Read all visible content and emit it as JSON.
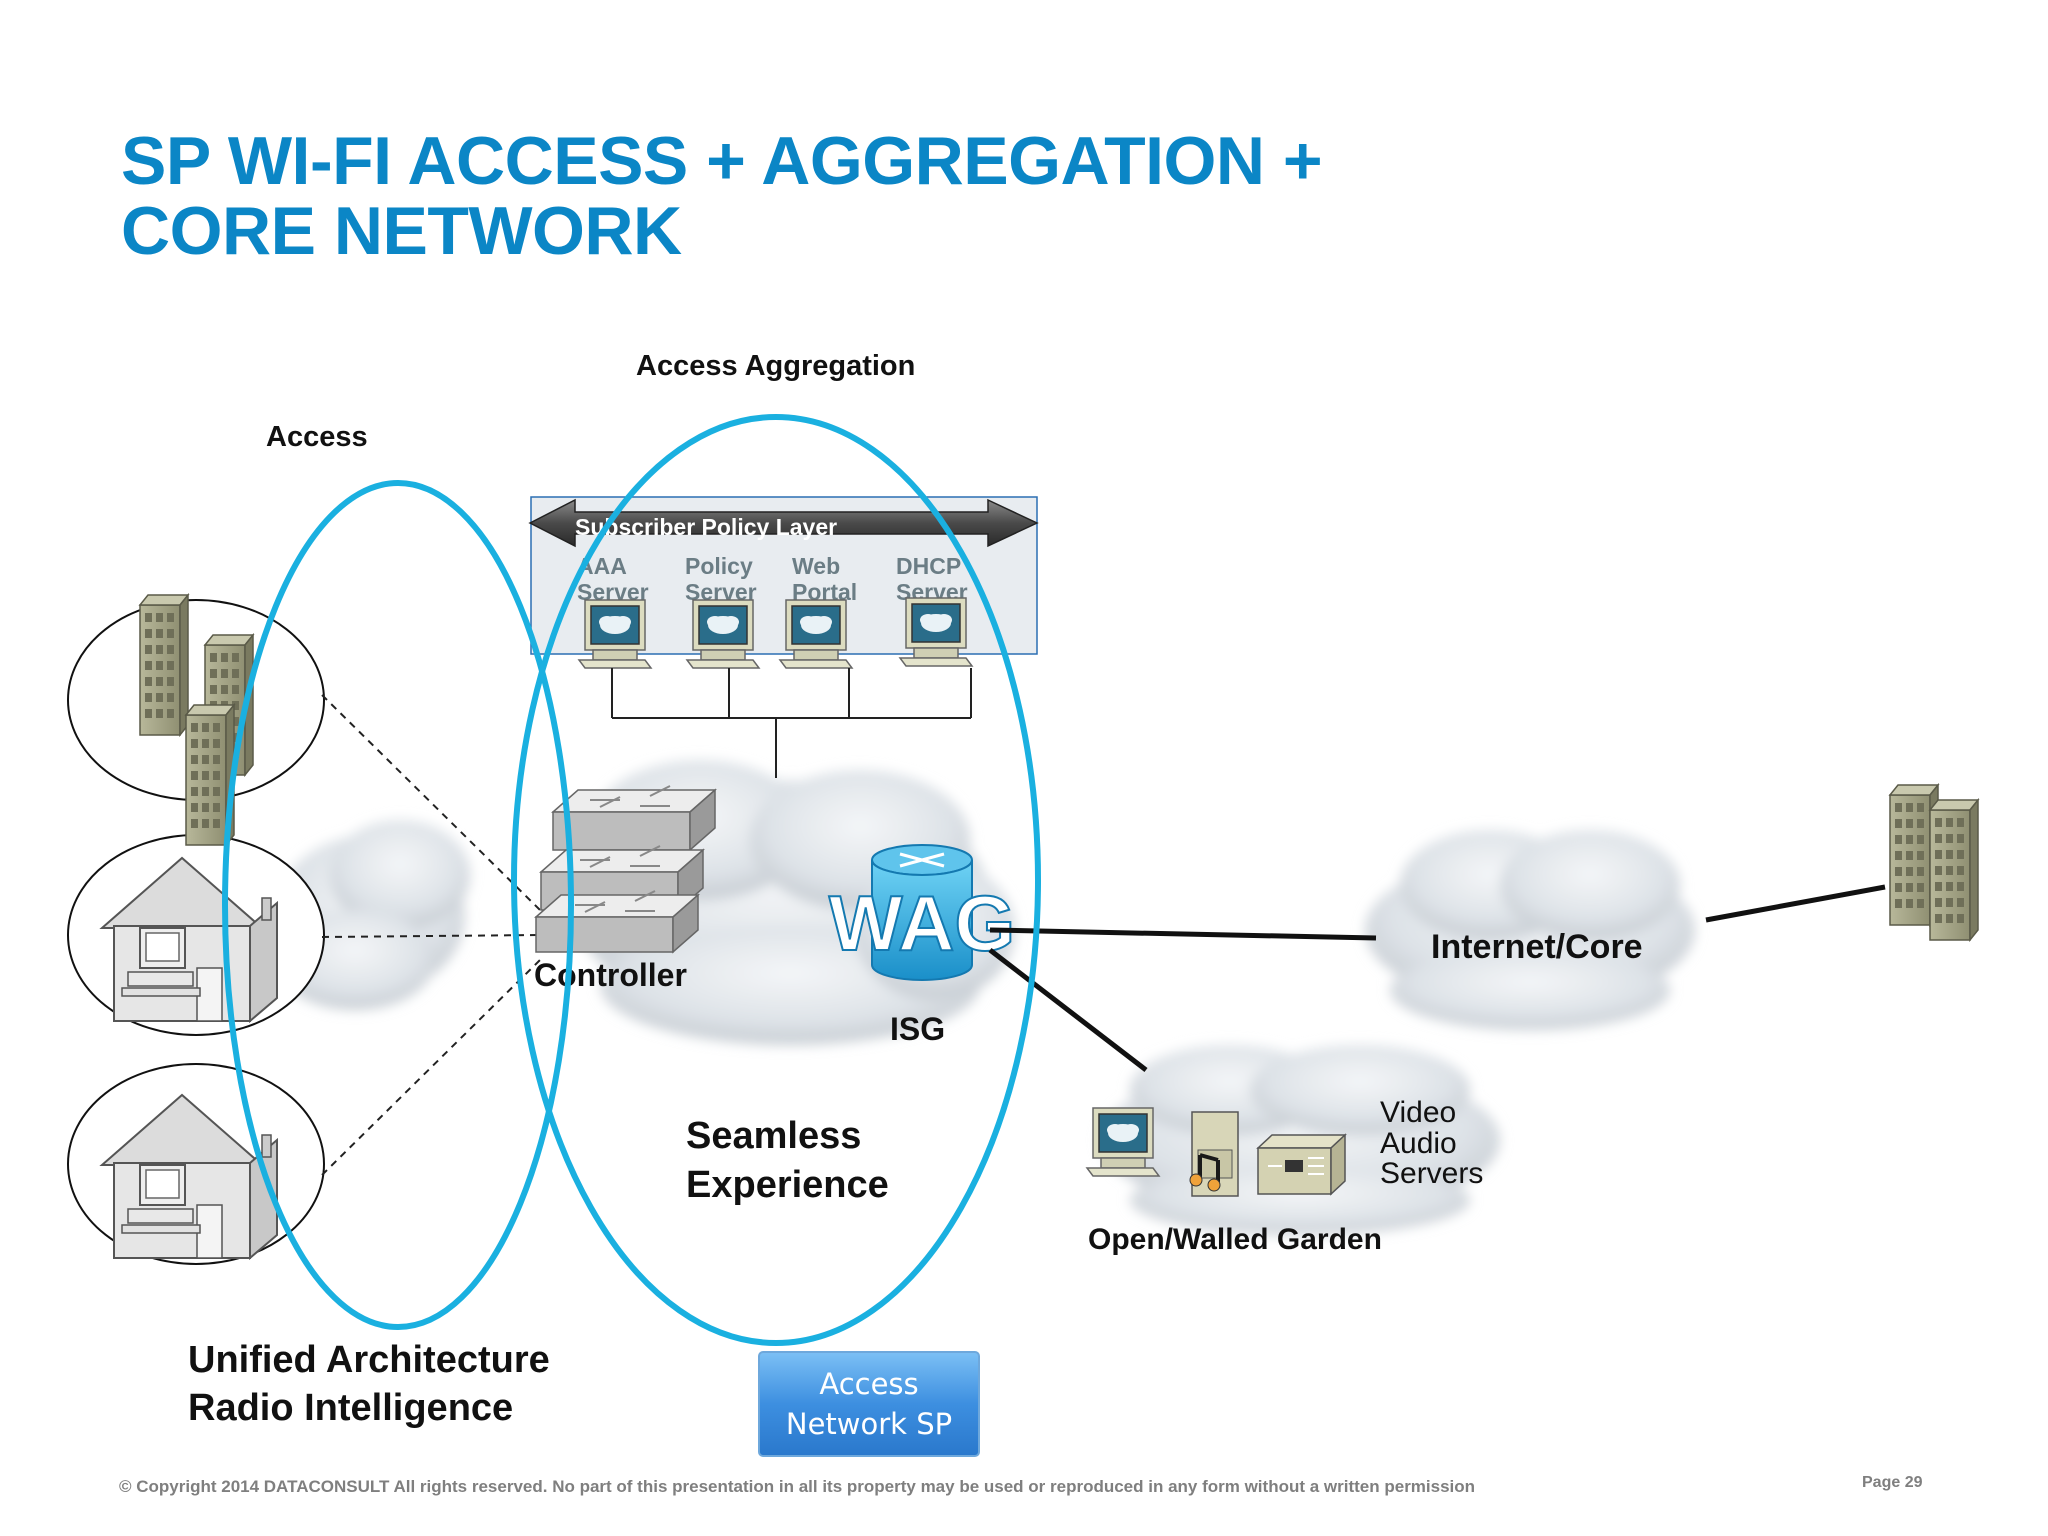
{
  "title": {
    "line1": "SP WI-FI ACCESS + AGGREGATION +",
    "line2": "CORE NETWORK"
  },
  "zones": {
    "access_label": "Access",
    "aggregation_label": "Access Aggregation"
  },
  "policy_layer": {
    "label": "Subscriber Policy Layer",
    "servers": [
      {
        "line1": "AAA",
        "line2": "Server"
      },
      {
        "line1": "Policy",
        "line2": "Server"
      },
      {
        "line1": "Web",
        "line2": "Portal"
      },
      {
        "line1": "DHCP",
        "line2": "Server"
      }
    ]
  },
  "nodes": {
    "controller": "Controller",
    "wag": "WAG",
    "isg": "ISG",
    "internet_core": "Internet/Core",
    "garden_servers": {
      "line1": "Video",
      "line2": "Audio",
      "line3": "Servers"
    },
    "garden": "Open/Walled Garden"
  },
  "captions": {
    "seamless": {
      "line1": "Seamless",
      "line2": "Experience"
    },
    "unified": {
      "line1": "Unified Architecture",
      "line2": "Radio Intelligence"
    }
  },
  "button": {
    "line1": "Access",
    "line2": "Network SP"
  },
  "footer": {
    "copyright": "© Copyright 2014 DATACONSULT  All rights reserved. No part of this presentation in all its property may be used or reproduced in any form without a written permission",
    "page": "Page 29"
  },
  "colors": {
    "title": "#0b86c6",
    "ellipse": "#1ab0e0",
    "button": "#3d8fe0"
  },
  "icons": [
    "office-building-icon",
    "house-icon",
    "desktop-computer-icon",
    "router-stack-icon",
    "wag-router-icon",
    "cloud-icon",
    "audio-server-icon",
    "video-server-icon"
  ]
}
